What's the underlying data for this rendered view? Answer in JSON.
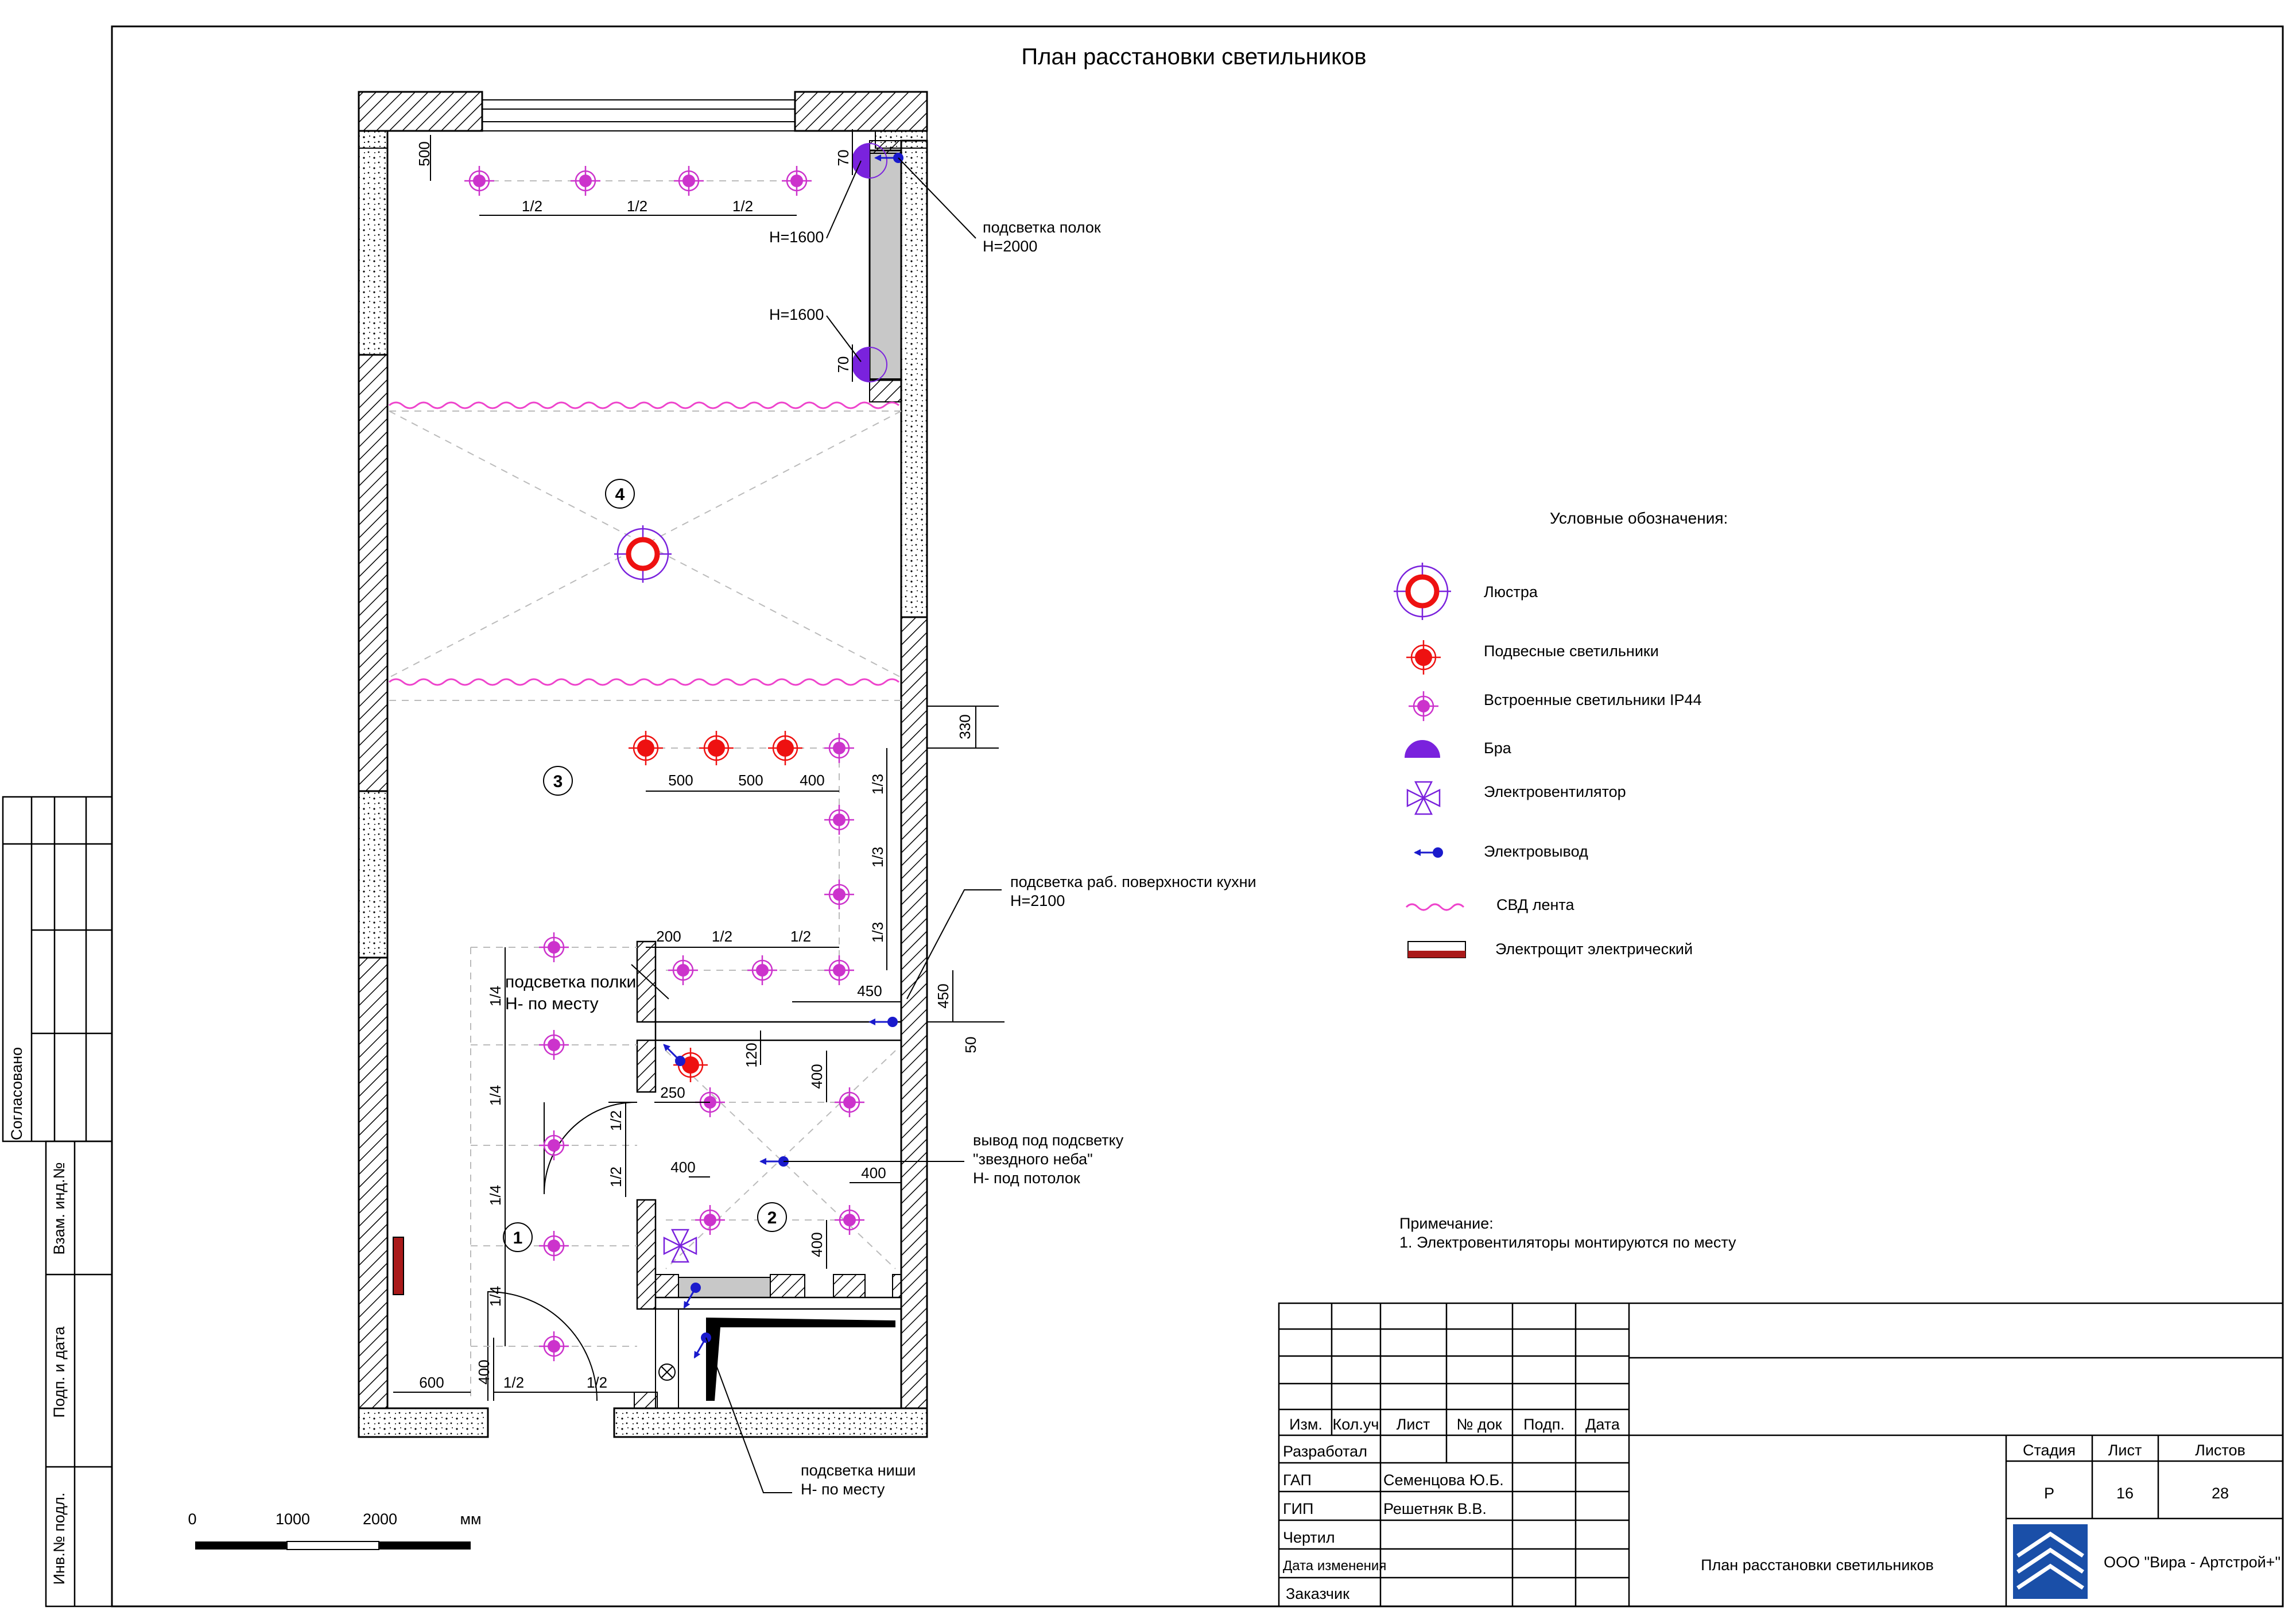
{
  "title": "План расстановки светильников",
  "notes": {
    "ceiling_light_shelves": "подсветка полок",
    "ceiling_light_shelves_h": "H=2000",
    "sconce_h1": "H=1600",
    "sconce_h2": "H=1600",
    "kitchen_light": "подсветка раб. поверхности кухни",
    "kitchen_light_h": "H=2100",
    "shelf_light": "подсветка полки",
    "shelf_light_h": "H- по месту",
    "starry_sky_1": "вывод под подсветку",
    "starry_sky_2": "\"звездного неба\"",
    "starry_sky_3": "H- под потолок",
    "niche_light": "подсветка ниши",
    "niche_light_h": "H- по месту"
  },
  "rooms": [
    "1",
    "2",
    "3",
    "4"
  ],
  "dims": {
    "d500_top": "500",
    "half": "1/2",
    "third": "1/3",
    "quarter": "1/4",
    "d70": "70",
    "d330": "330",
    "d500": "500",
    "d400": "400",
    "d200": "200",
    "d450": "450",
    "d50": "50",
    "d120": "120",
    "d250": "250",
    "d600": "600"
  },
  "legend": {
    "title": "Условные обозначения:",
    "items": [
      {
        "icon": "chandelier-icon",
        "label": "Люстра"
      },
      {
        "icon": "pendant-light-icon",
        "label": "Подвесные светильники"
      },
      {
        "icon": "recessed-light-icon",
        "label": "Встроенные светильники IP44"
      },
      {
        "icon": "sconce-icon",
        "label": "Бра"
      },
      {
        "icon": "fan-icon",
        "label": "Электровентилятор"
      },
      {
        "icon": "electric-outlet-icon",
        "label": "Электровывод"
      },
      {
        "icon": "led-strip-icon",
        "label": "СВД лента"
      },
      {
        "icon": "electric-panel-icon",
        "label": "Электрощит электрический"
      }
    ]
  },
  "note": {
    "title": "Примечание:",
    "text": "1. Электровентиляторы монтируются по месту"
  },
  "scale": {
    "ticks": [
      "0",
      "1000",
      "2000"
    ],
    "unit": "мм"
  },
  "side_stamp": {
    "agreed": "Согласовано",
    "inv_replace": "Взам. инд.№",
    "sign_date": "Подп. и дата",
    "inv_orig": "Инв.№ подл."
  },
  "title_block": {
    "headers": [
      "Изм.",
      "Кол.уч",
      "Лист",
      "№ док",
      "Подп.",
      "Дата"
    ],
    "rows": [
      {
        "role": "Разработал",
        "name": ""
      },
      {
        "role": "ГАП",
        "name": "Семенцова Ю.Б."
      },
      {
        "role": "ГИП",
        "name": "Решетняк В.В."
      },
      {
        "role": "Чертил",
        "name": ""
      },
      {
        "role": "Дата изменения",
        "name": ""
      },
      {
        "role": "Заказчик",
        "name": ""
      }
    ],
    "stage_label": "Стадия",
    "sheet_label": "Лист",
    "sheets_label": "Листов",
    "stage": "Р",
    "sheet": "16",
    "sheets": "28",
    "drawing_name": "План расстановки светильников",
    "company": "ООО \"Вира - Артстрой+\""
  },
  "colors": {
    "recessed": "#cc33cc",
    "pendant": "#ee1111",
    "strip": "#ee44cc",
    "outlet": "#1a1acc",
    "panel": "#aa1a1a",
    "sconce": "#7a22dd",
    "cabinet": "#c8c8c8"
  }
}
